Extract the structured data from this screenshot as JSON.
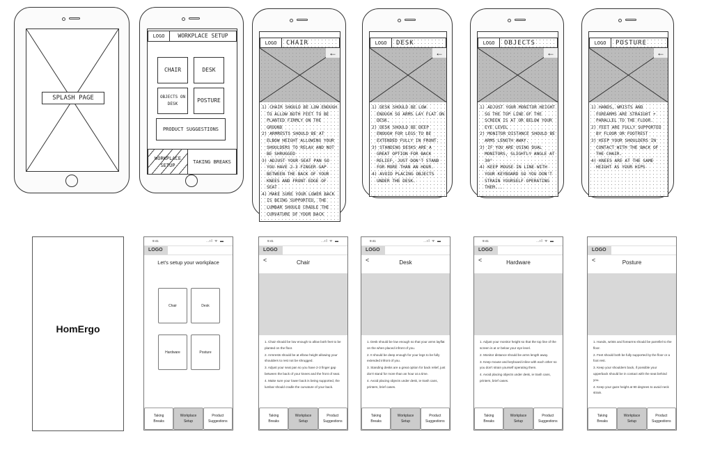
{
  "sketches": {
    "splash": {
      "label": "SPLASH PAGE"
    },
    "setup": {
      "logo": "LOGO",
      "title": "WORKPLACE SETUP",
      "tiles": [
        "CHAIR",
        "DESK",
        "OBJECTS ON DESK",
        "POSTURE"
      ],
      "wide": "PRODUCT SUGGESTIONS",
      "tabs": [
        "WORKPLACE SETUP",
        "TAKING BREAKS"
      ]
    },
    "details": [
      {
        "logo": "LOGO",
        "title": "CHAIR",
        "items": [
          "1) CHAIR SHOULD BE LOW ENOUGH TO ALLOW BOTH FEET TO BE PLANTED FIRMLY ON THE GROUND",
          "2) ARMRESTS SHOULD BE AT ELBOW HEIGHT ALLOWING YOUR SHOULDERS TO RELAX AND NOT BE SHRUGGED",
          "3) ADJUST YOUR SEAT PAN SO YOU HAVE 2-3 FINGER GAP BETWEEN THE BACK OF YOUR KNEES AND FRONT EDGE OF SEAT",
          "4) MAKE SURE YOUR LOWER BACK IS BEING SUPPORTED, THE LUMBAR SHOULD CRADLE THE CURVATURE OF YOUR BACK"
        ]
      },
      {
        "logo": "LOGO",
        "title": "DESK",
        "items": [
          "1) DESK SHOULD BE LOW ENOUGH SO ARMS LAY FLAT ON DESK.",
          "2) DESK SHOULD BE DEEP ENOUGH FOR LEGS TO BE EXTENDED FULLY IN FRONT.",
          "3) STANDING DESKS ARE A GREAT OPTION FOR BACK RELIEF, JUST DON'T STAND FOR MORE THAN AN HOUR.",
          "4) AVOID PLACING OBJECTS UNDER THE DESK."
        ]
      },
      {
        "logo": "LOGO",
        "title": "OBJECTS",
        "items": [
          "1) ADJUST YOUR MONITOR HEIGHT SO THE TOP LINE OF THE SCREEN IS AT OR BELOW YOUR EYE LEVEL",
          "2) MONITOR DISTANCE SHOULD BE ARMS LENGTH AWAY.",
          "3) IF YOU ARE USING DUAL MONITORS, SLIGHTLY ANGLE AT 30°",
          "4) KEEP MOUSE IN LINE WITH YOUR KEYBOARD SO YOU DON'T STRAIN YOURSELF OPERATING THEM..."
        ]
      },
      {
        "logo": "LOGO",
        "title": "POSTURE",
        "items": [
          "1) HANDS, WRISTS AND FOREARMS ARE STRAIGHT + PARALLEL TO THE FLOOR.",
          "2) FEET ARE FULLY SUPPORTED BY FLOOR OR FOOTREST",
          "3) KEEP YOUR SHOULDERS IN CONTACT WITH THE BACK OF THE CHAIR.",
          "4) KNEES ARE AT THE SAME HEIGHT AS YOUR HIPS"
        ]
      }
    ]
  },
  "splash": {
    "brand": "HomErgo"
  },
  "common": {
    "time": "9:41",
    "logo": "LOGO",
    "signal": "..ıl ᯤ ▬",
    "back": "<",
    "tabs": [
      "Taking\nBreaks",
      "Workplace\nSetup",
      "Product\nSuggestions"
    ]
  },
  "home": {
    "title": "Let's setup your workplace",
    "tiles": [
      "Chair",
      "Desk",
      "Hardware",
      "Posture"
    ]
  },
  "screens": [
    {
      "title": "Chair",
      "time": "9:41",
      "items": [
        "1. Chair should be low enough to allow both feet to be planted on the floor.",
        "2. Armrests should be at elbow height allowing your shoulders to rest not be shrugged.",
        "3. Adjust your seat pan so you have 2-3 finger gap between the back of your knees and the front of seat.",
        "4. Make sure your lower back is being supported, the lumbar should cradle the curvature of your back."
      ]
    },
    {
      "title": "Desk",
      "time": "9:41",
      "items": [
        "1. Desk should be low enough so that your arms layflat on the when placed infront of you.",
        "2. It should be deep enough for your legs to be fully extended infront of you.",
        "3. Standing desks are a great option for back relief, just don't stand for more than an hour at a time.",
        "4. Avoid placing objects under desk, ie trash cans, printers, brief cases."
      ]
    },
    {
      "title": "Hardware",
      "time": "9:41",
      "items": [
        "1. Adjust your monitor height so that the top line of the screen is at or below your eye level.",
        "2. Monitor distance should be arms length away.",
        "3. Keep mouse and keyboard inline with each other so you don't strain yourself operating them.",
        "4. Avoid placing objects under desk, ie trash cans, printers, brief cases."
      ]
    },
    {
      "title": "Posture",
      "items": [
        "1. Hands, wrists and forearms should be parrellel to the floor.",
        "2. Feet should both be fully supported by the floor or a foot rest.",
        "3. Keep your shoulders back, if possible your upperback should be in contact with the seat behind you.",
        "4. Keep your gaze height at 90 degrees to avoid neck strain."
      ]
    }
  ]
}
